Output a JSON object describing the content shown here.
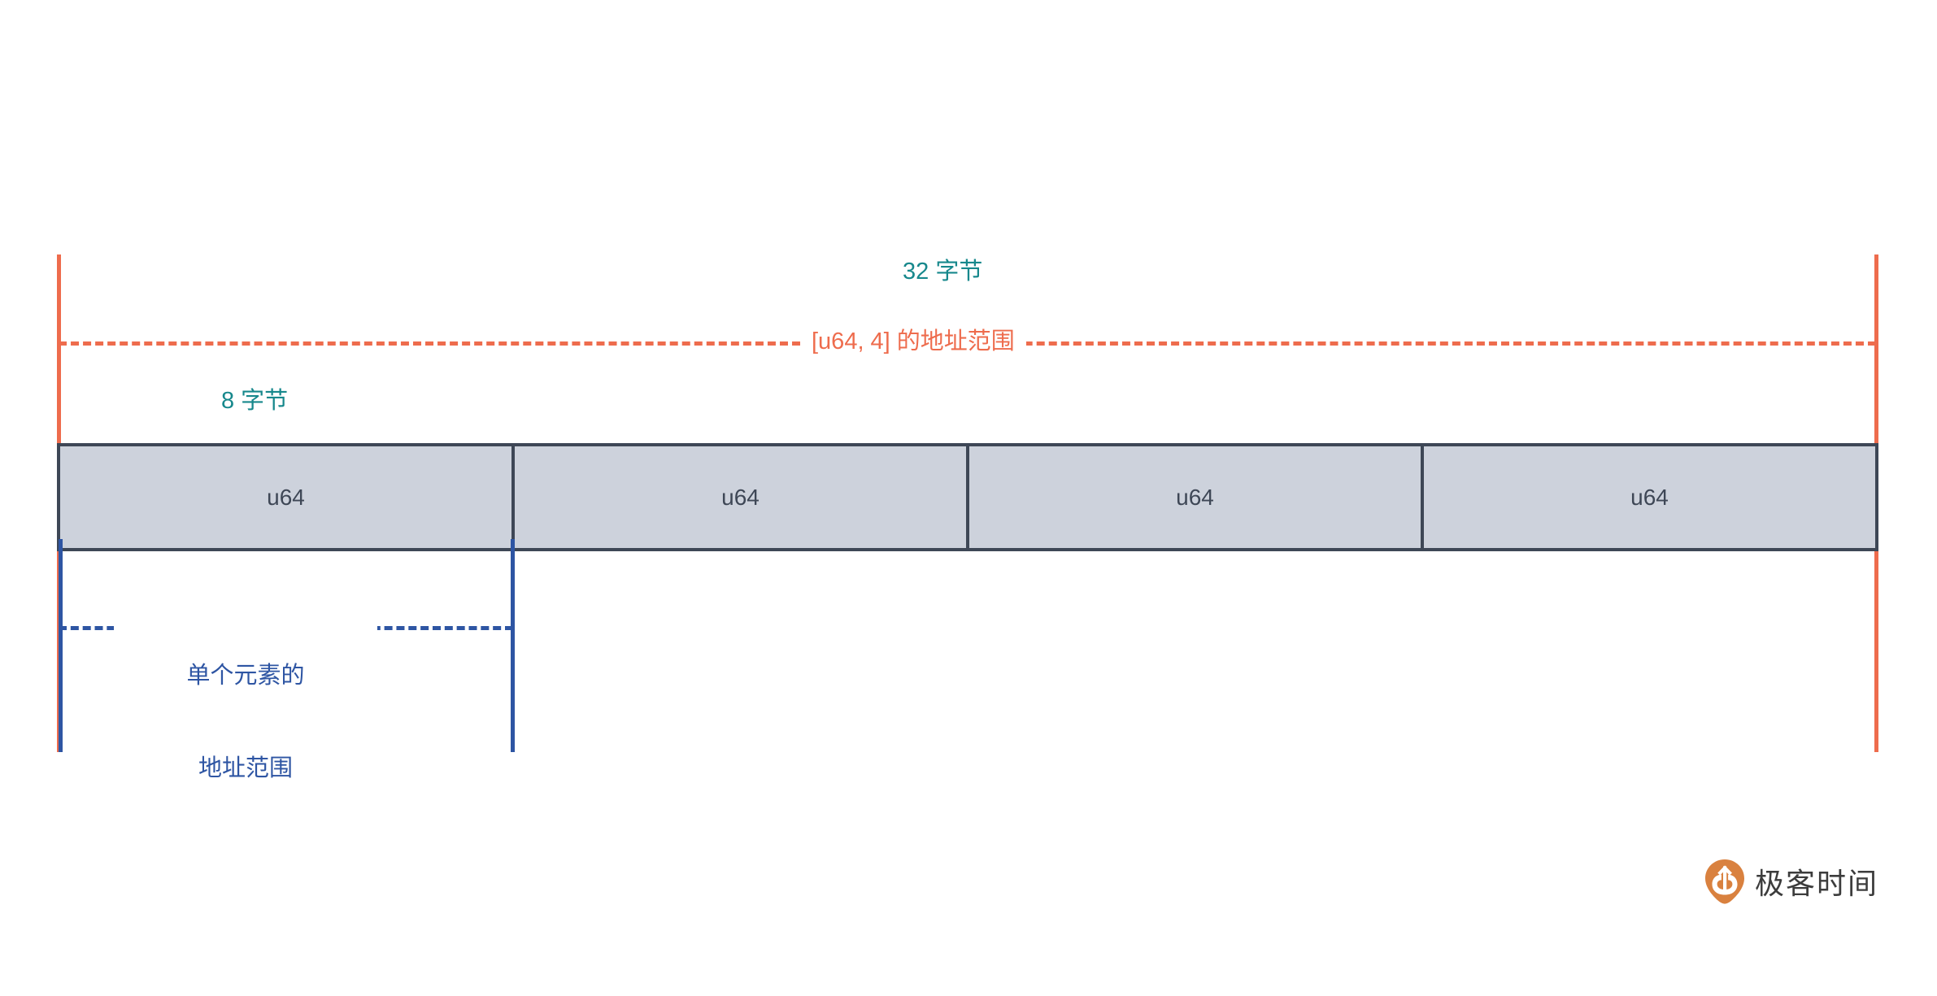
{
  "diagram": {
    "title_total": "32 字节",
    "title_element": "8 字节",
    "range_total": "[u64, 4] 的地址范围",
    "range_element_line1": "单个元素的",
    "range_element_line2": "地址范围",
    "cells": [
      {
        "label": "u64"
      },
      {
        "label": "u64"
      },
      {
        "label": "u64"
      },
      {
        "label": "u64"
      }
    ],
    "colors": {
      "teal": "#17888C",
      "orange": "#EE6C4D",
      "blue": "#2E55A3",
      "cell_fill": "#CDD2DC",
      "cell_border": "#3E4756"
    }
  },
  "logo": {
    "text": "极客时间",
    "mark_color": "#D9813F"
  }
}
